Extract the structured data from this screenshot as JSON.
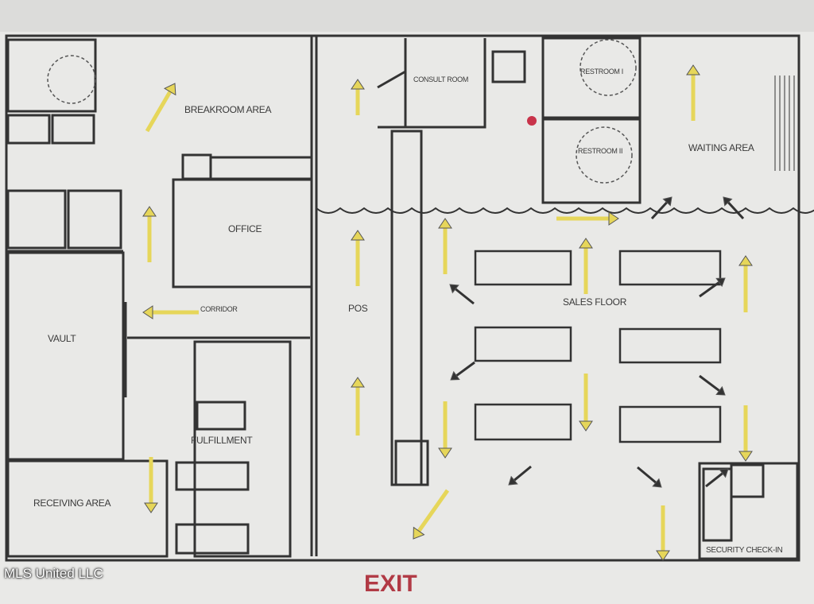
{
  "plan": {
    "rooms": {
      "breakroom": "BREAKROOM AREA",
      "office": "OFFICE",
      "corridor": "CORRIDOR",
      "vault": "VAULT",
      "fulfillment": "FULFILLMENT",
      "receiving": "RECEIVING AREA",
      "pos": "POS",
      "consult": "CONSULT ROOM",
      "restroom1": "RESTROOM I",
      "restroom2": "RESTROOM II",
      "waiting": "WAITING AREA",
      "sales": "SALES FLOOR",
      "security": "SECURITY CHECK-IN"
    },
    "exit_label": "EXIT",
    "colors": {
      "arrow": "#e6d65a",
      "wall": "#333333",
      "exit": "#b13a45",
      "marker": "#c8334a"
    }
  },
  "watermark": "MLS United LLC"
}
